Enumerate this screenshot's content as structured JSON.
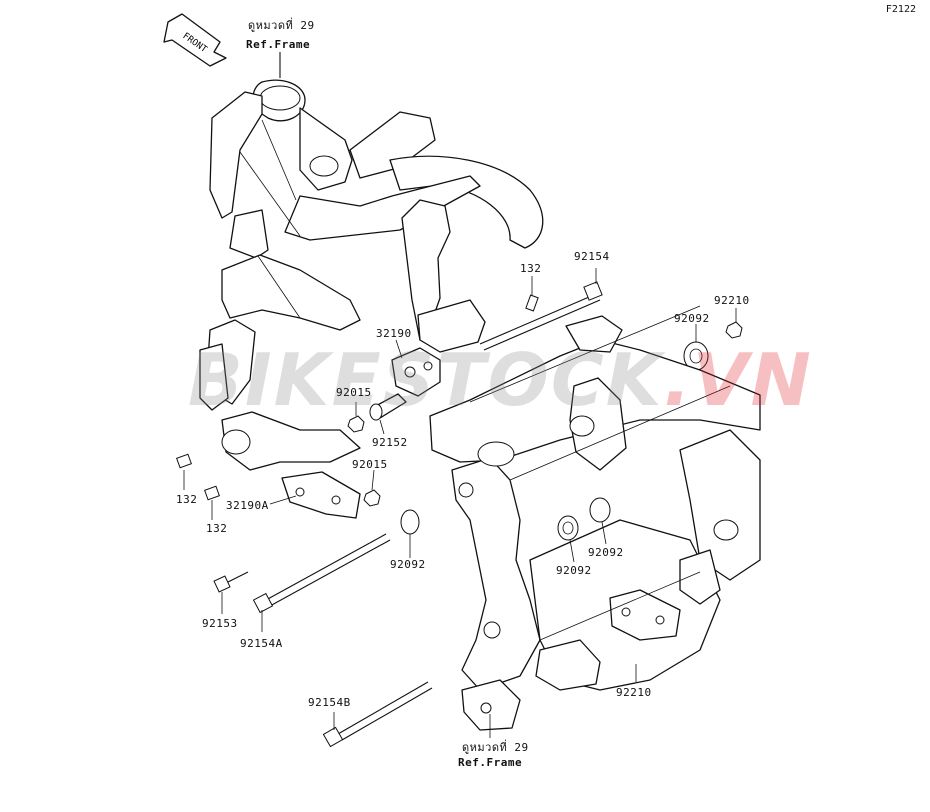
{
  "diagram": {
    "code": "F2122",
    "front_arrow": "FRONT",
    "ref_top": {
      "thai": "ดูหมวดที่ 29",
      "label": "Ref.Frame"
    },
    "ref_bottom": {
      "thai": "ดูหมวดที่ 29",
      "label": "Ref.Frame"
    },
    "watermark": {
      "part1": "BIKESTOCK",
      "part2": ".VN"
    },
    "parts": {
      "p92154": "92154",
      "p132_top": "132",
      "p92210_top": "92210",
      "p92092_top": "92092",
      "p32190": "32190",
      "p92015_a": "92015",
      "p92152": "92152",
      "p92015_b": "92015",
      "p132_left": "132",
      "p132_mid": "132",
      "p32190A": "32190A",
      "p92092_mid": "92092",
      "p92092_r1": "92092",
      "p92092_r2": "92092",
      "p92153": "92153",
      "p92154A": "92154A",
      "p92210_bot": "92210",
      "p92154B": "92154B"
    }
  }
}
